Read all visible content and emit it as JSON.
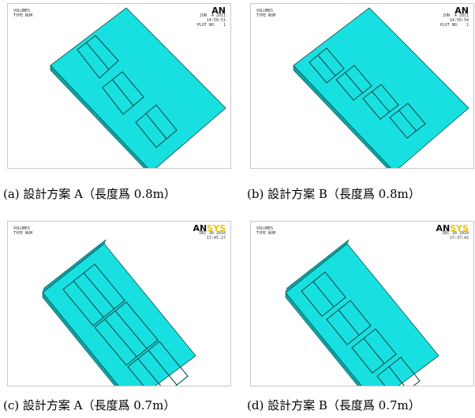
{
  "panels": [
    {
      "id": "a",
      "header_left": [
        "VOLUMES",
        "TYPE NUM"
      ],
      "header_right": [
        "JUN  4 2011",
        "14:50:51",
        "PLOT NO.   1"
      ],
      "logo_an": "AN",
      "logo_sys": "",
      "caption": "(a)  設計方案 A（長度爲 0.8m）"
    },
    {
      "id": "b",
      "header_left": [
        "VOLUMES",
        "TYPE NUM"
      ],
      "header_right": [
        "JUN  4 2011",
        "14:50:54",
        "PLOT NO.   1"
      ],
      "logo_an": "AN",
      "logo_sys": "",
      "caption": "(b)  設計方案 B（長度爲 0.8m）"
    },
    {
      "id": "c",
      "header_left": [
        "VOLUMES",
        "TYPE NUM"
      ],
      "header_right": [
        "DEC 30 2010",
        "17:45:27"
      ],
      "logo_an": "AN",
      "logo_sys": "SYS",
      "caption": "(c)  設計方案 A（長度爲 0.7m）"
    },
    {
      "id": "d",
      "header_left": [
        "VOLUMES",
        "TYPE NUM"
      ],
      "header_right": [
        "DEC 30 2010",
        "17:37:42"
      ],
      "logo_an": "AN",
      "logo_sys": "SYS",
      "caption": "(d)  設計方案 B（長度爲 0.7m）"
    }
  ],
  "colors": {
    "model_fill": "#19e0e0",
    "model_side": "#0aa6a6",
    "model_edge": "#0b4d4d",
    "logo_dark": "#111111",
    "logo_yellow": "#f2c200"
  }
}
